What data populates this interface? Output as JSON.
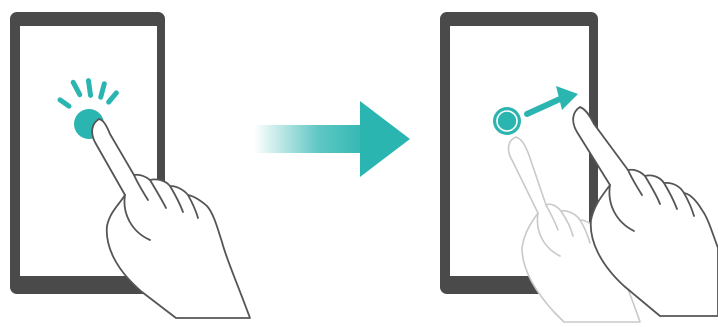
{
  "figure": {
    "panels": [
      {
        "name": "tap-panel",
        "gesture": "tap",
        "icons": [
          "tablet-icon",
          "touch-ripple-icon",
          "pointing-hand-icon"
        ]
      },
      {
        "name": "drag-panel",
        "gesture": "drag",
        "icons": [
          "tablet-icon",
          "drag-handle-icon",
          "direction-arrow-icon",
          "pointing-hand-icon",
          "ghost-hand-icon"
        ]
      }
    ],
    "transition": {
      "icon": "gradient-arrow-icon"
    },
    "colors": {
      "device_frame": "#4a4a4a",
      "screen": "#ffffff",
      "accent": "#2bb5b1",
      "hand_stroke": "#555555",
      "ghost_hand_stroke": "#c9c9c9"
    }
  }
}
